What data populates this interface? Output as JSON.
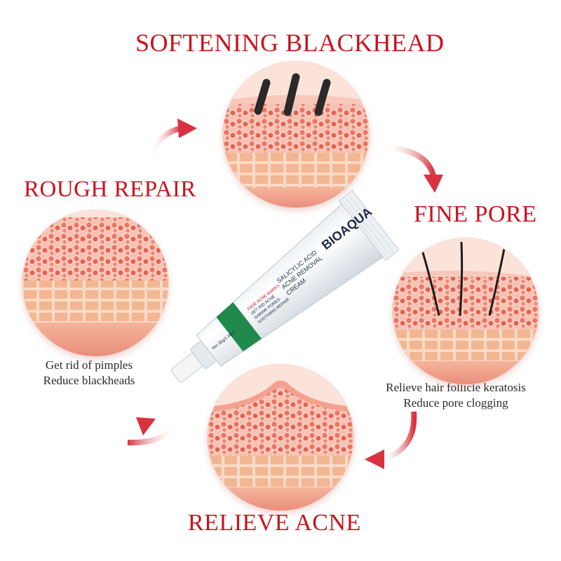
{
  "headings": {
    "top": "SOFTENING BLACKHEAD",
    "left": "ROUGH REPAIR",
    "right": "FINE PORE",
    "bottom": "RELIEVE ACNE"
  },
  "descriptions": {
    "left": [
      "Get rid of pimples",
      "Reduce blackheads"
    ],
    "right": [
      "Relieve hair follicle keratosis",
      "Reduce pore clogging"
    ]
  },
  "product": {
    "brand": "BIOAQUA",
    "name_line1": "SALICYLIC ACID",
    "name_line2": "ACNE REMOVAL",
    "name_line3": "CREAM",
    "claims": [
      "FADE ACNE MARKS",
      "GET RID ACNE",
      "SHRINK PORES",
      "SOOTHING REPAIR"
    ],
    "net_weight": "Net 30g/1.06oz"
  },
  "colors": {
    "accent_red": "#c8141e",
    "tube_green": "#1f8a4c",
    "skin_pink": "#f4a28f",
    "cell_red": "#e8604f"
  },
  "icons": {
    "arrows": "curved-arrow-icon",
    "circles": "skin-cross-section-illustration"
  }
}
